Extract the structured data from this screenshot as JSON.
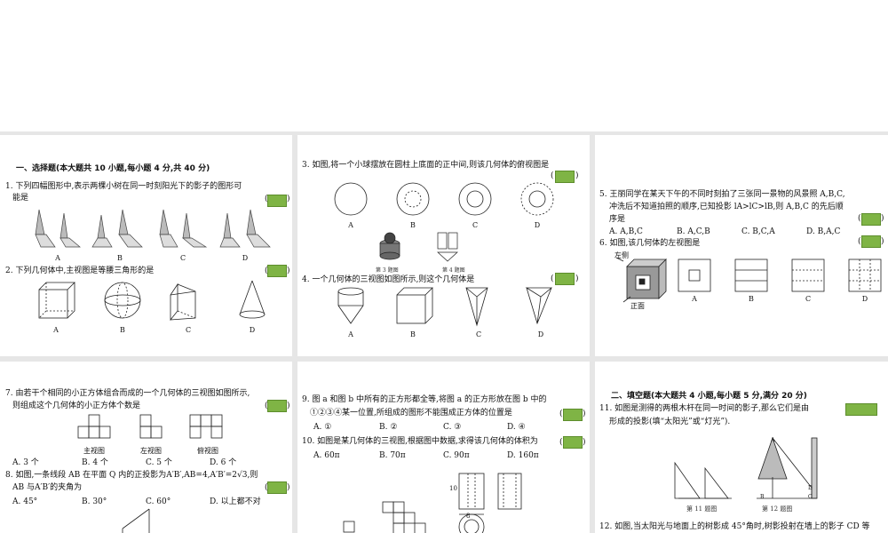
{
  "section1_title": "一、选择题(本大题共 10 小题,每小题 4 分,共 40 分)",
  "q1": {
    "line1": "1. 下列四幅图形中,表示两棵小树在同一时刻阳光下的影子的图形可",
    "line2": "能是",
    "options": [
      "A",
      "B",
      "C",
      "D"
    ]
  },
  "q2": {
    "text": "2. 下列几何体中,主视图是等腰三角形的是",
    "options": [
      "A",
      "B",
      "C",
      "D"
    ]
  },
  "q3": {
    "text": "3. 如图,将一个小球摆放在圆柱上底面的正中间,则该几何体的俯视图是",
    "options": [
      "A",
      "B",
      "C",
      "D"
    ],
    "fig_caption_3": "第 3 题图",
    "fig_caption_4": "第 4 题图"
  },
  "q4": {
    "text": "4. 一个几何体的三视图如图所示,则这个几何体是",
    "options": [
      "A",
      "B",
      "C",
      "D"
    ]
  },
  "q5": {
    "line1": "5. 王丽同学在某天下午的不同时刻拍了三张同一景物的风景照 A,B,C,",
    "line2": "冲洗后不知道拍照的顺序,已知投影 lA>lC>lB,则 A,B,C 的先后顺",
    "line3": "序是",
    "options": [
      "A. A,B,C",
      "B. A,C,B",
      "C. B,C,A",
      "D. B,A,C"
    ]
  },
  "q6": {
    "text": "6. 如图,该几何体的左视图是",
    "left_label": "左侧",
    "front_label": "正面",
    "options": [
      "A",
      "B",
      "C",
      "D"
    ]
  },
  "q7": {
    "line1": "7. 由若干个相同的小正方体组合而成的一个几何体的三视图如图所示,",
    "line2": "则组成这个几何体的小正方体个数是",
    "view_labels": [
      "主视图",
      "左视图",
      "俯视图"
    ],
    "options": [
      "A. 3 个",
      "B. 4 个",
      "C. 5 个",
      "D. 6 个"
    ]
  },
  "q8": {
    "line1": "8. 如图,一条线段 AB 在平面 Q 内的正投影为A′B′,AB=4,A′B′=2√3,则",
    "line2": "AB 与A′B′的夹角为",
    "options": [
      "A. 45°",
      "B. 30°",
      "C. 60°",
      "D. 以上都不对"
    ]
  },
  "q9": {
    "line1": "9. 图 a 和图 b 中所有的正方形都全等,将图 a 的正方形放在图 b 中的",
    "line2": "①②③④某一位置,所组成的图形不能围成正方体的位置是",
    "options": [
      "A. ①",
      "B. ②",
      "C. ③",
      "D. ④"
    ]
  },
  "q10": {
    "text": "10. 如图是某几何体的三视图,根据图中数据,求得该几何体的体积为",
    "options": [
      "A. 60π",
      "B. 70π",
      "C. 90π",
      "D. 160π"
    ],
    "dim_10": "10",
    "dim_8": "8"
  },
  "section2_title": "二、填空题(本大题共 4 小题,每小题 5 分,满分 20 分)",
  "q11": {
    "line1": "11. 如图是测得的两根木杆在同一时间的影子,那么它们是由",
    "line2": "形成的投影(填“太阳光”或“灯光”).",
    "caption": "第 11 题图"
  },
  "q12": {
    "text": "12. 如图,当太阳光与地面上的树影成 45°角时,树影投射在墙上的影子 CD 等",
    "caption": "第 12 题图",
    "labels": [
      "A",
      "B",
      "C",
      "D"
    ]
  },
  "colors": {
    "answer_box": "#7fb445",
    "separator": "#e6e6e6"
  }
}
